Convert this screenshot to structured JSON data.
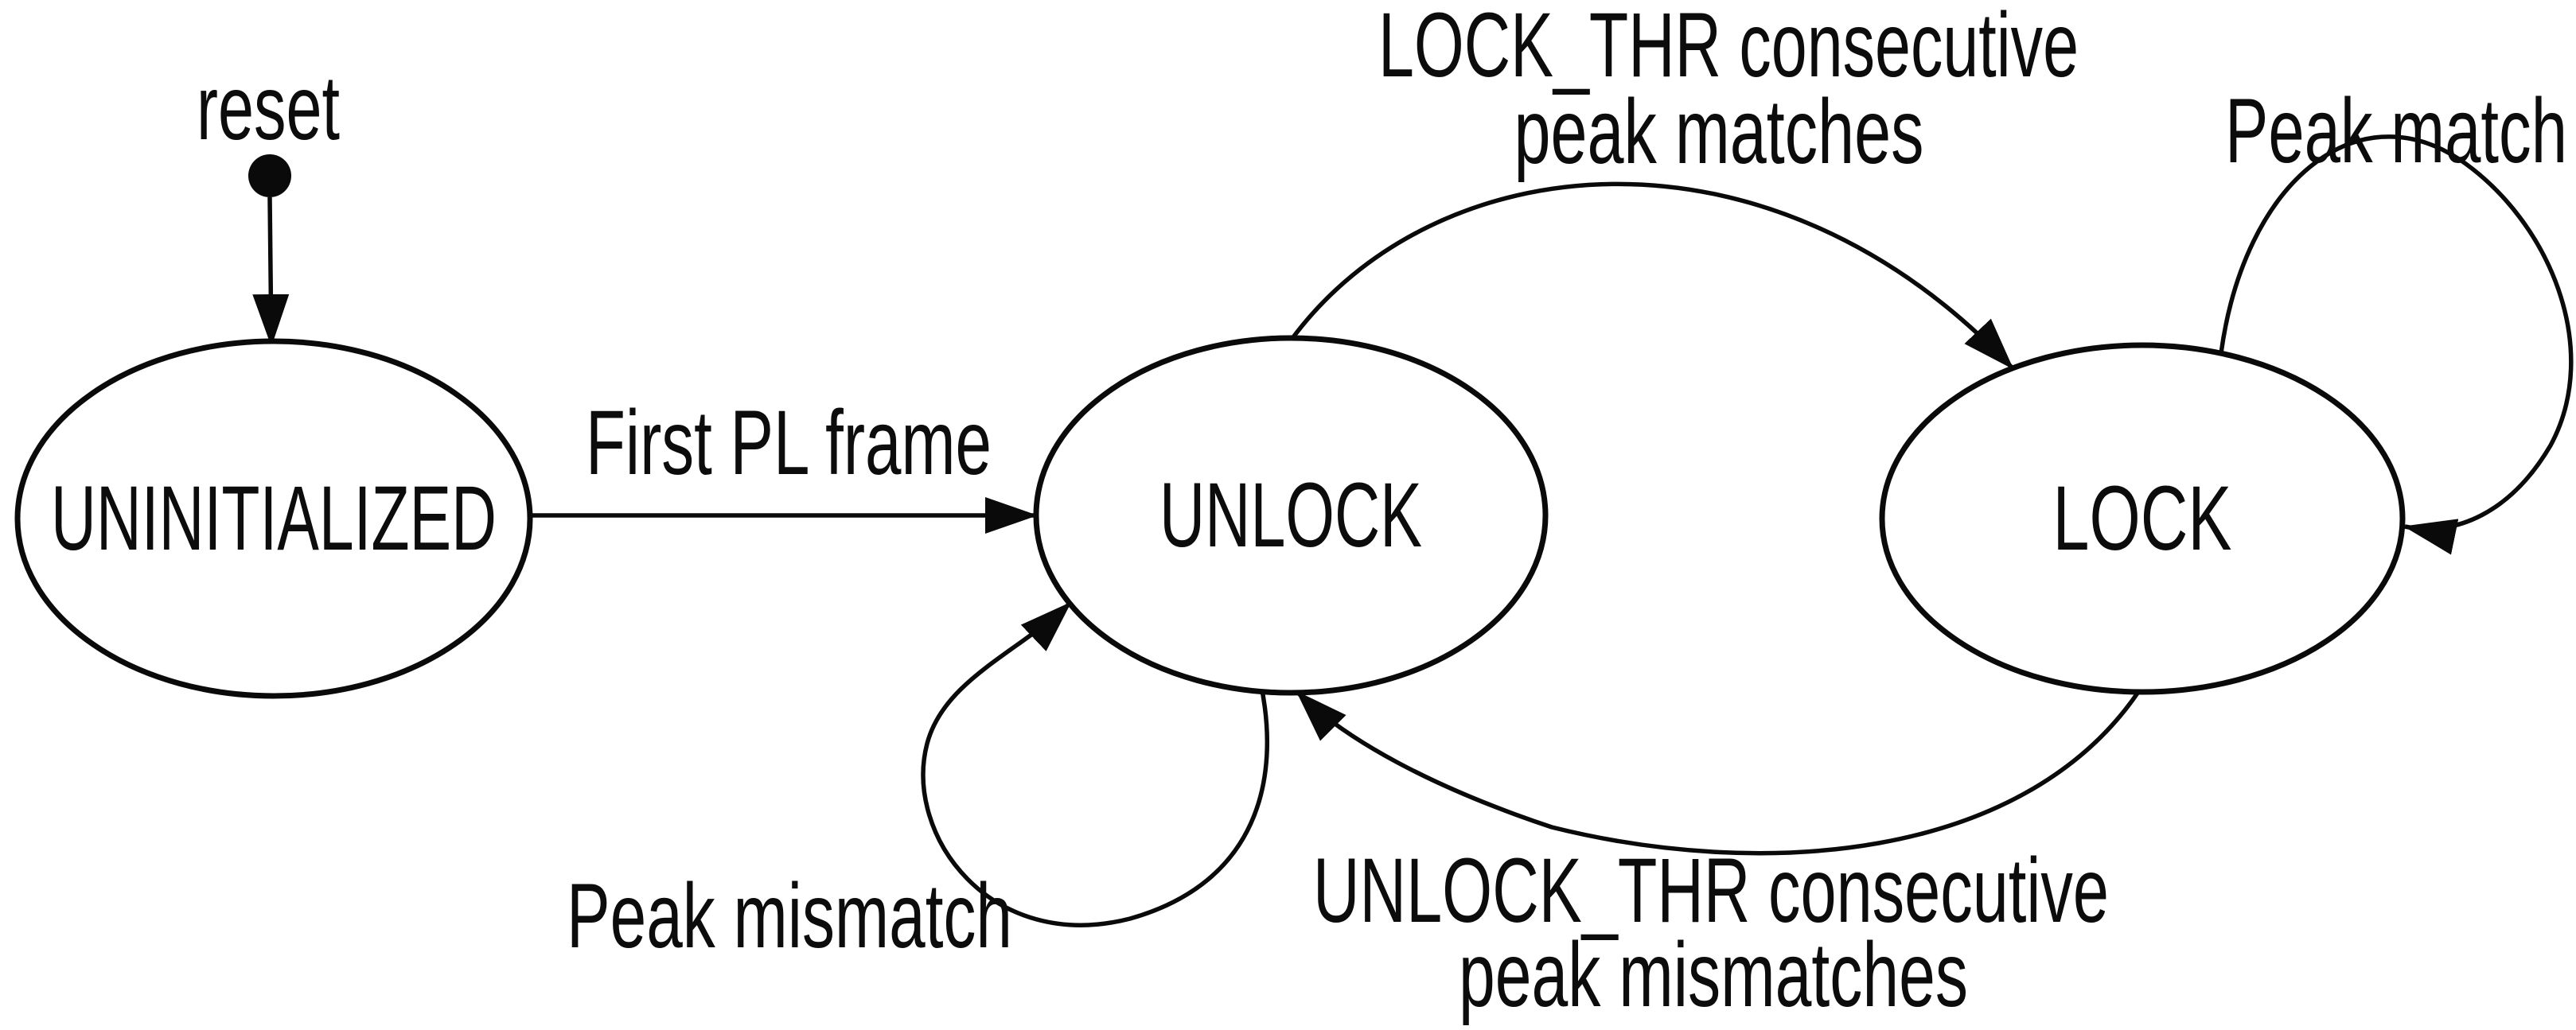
{
  "canvas": {
    "background_color": "#ffffff",
    "stroke_color": "#0a0a0a",
    "text_color": "#0c0c0c"
  },
  "diagram": {
    "type": "state-machine",
    "states": [
      {
        "id": "UNINITIALIZED",
        "label": "UNINITIALIZED"
      },
      {
        "id": "UNLOCK",
        "label": "UNLOCK"
      },
      {
        "id": "LOCK",
        "label": "LOCK"
      }
    ],
    "initial": {
      "marker": "filled-dot",
      "entry_state": "UNINITIALIZED"
    },
    "transitions": [
      {
        "from": "(initial)",
        "to": "UNINITIALIZED",
        "lines": [
          "reset"
        ]
      },
      {
        "from": "UNINITIALIZED",
        "to": "UNLOCK",
        "lines": [
          "First PL frame"
        ]
      },
      {
        "from": "UNLOCK",
        "to": "LOCK",
        "lines": [
          "LOCK_THR consecutive",
          "peak matches"
        ]
      },
      {
        "from": "LOCK",
        "to": "LOCK",
        "lines": [
          "Peak match"
        ]
      },
      {
        "from": "UNLOCK",
        "to": "UNLOCK",
        "lines": [
          "Peak mismatch"
        ]
      },
      {
        "from": "LOCK",
        "to": "UNLOCK",
        "lines": [
          "UNLOCK_THR consecutive",
          "peak mismatches"
        ]
      }
    ]
  }
}
